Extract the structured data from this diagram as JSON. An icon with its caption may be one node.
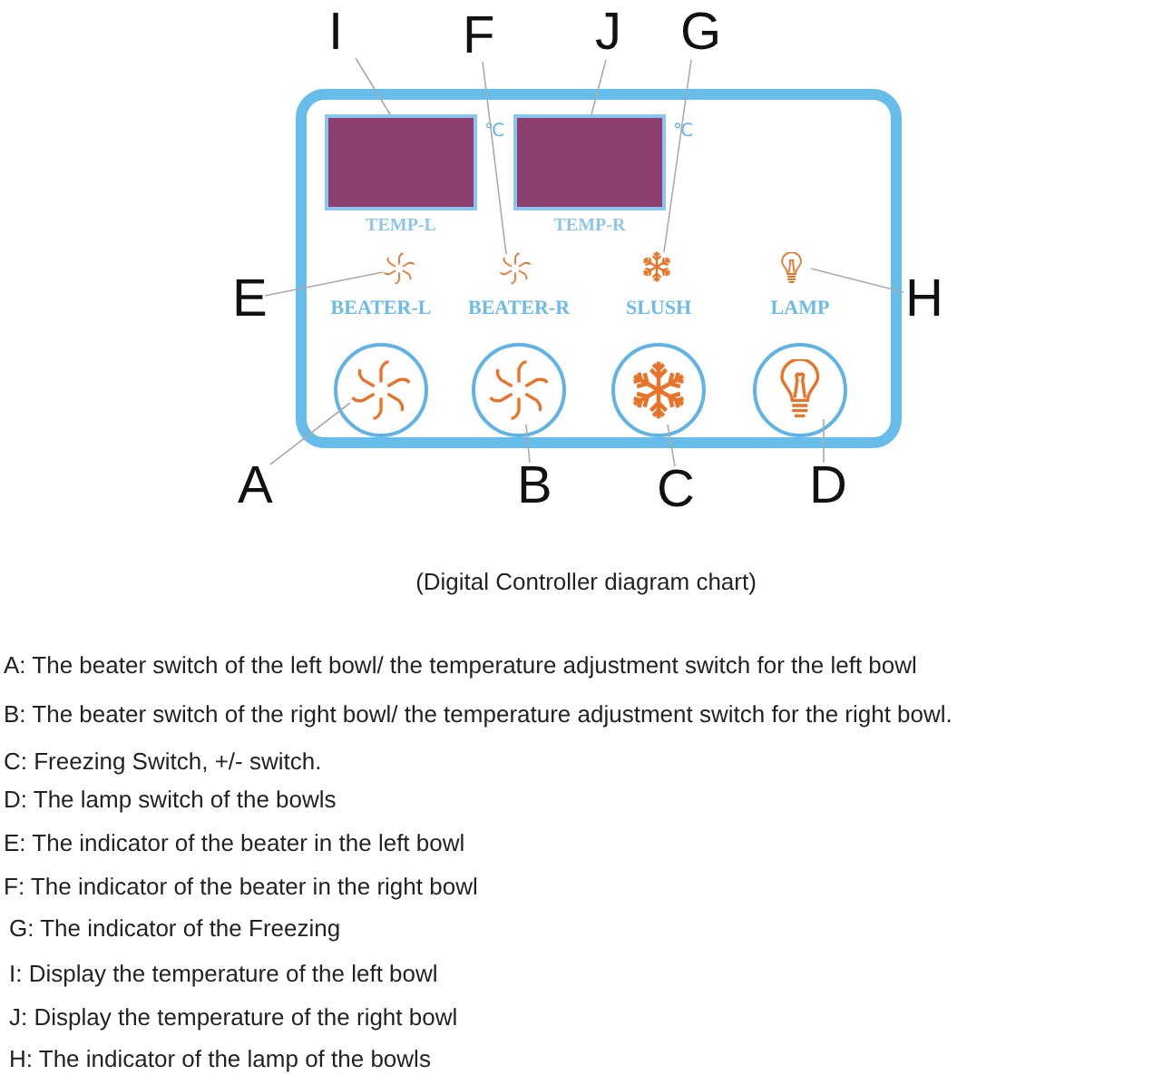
{
  "diagram": {
    "caption": "(Digital Controller diagram chart)",
    "nodes": [
      {
        "text": [],
        "shape": "box"
      },
      {
        "text": [
          "TEMP-L"
        ],
        "beside": [
          "℃"
        ],
        "in": 0
      },
      {
        "text": [
          "TEMP-R"
        ],
        "beside": [
          "℃"
        ],
        "in": 0
      },
      {
        "text": [],
        "shape": "picture",
        "in": 0
      },
      {
        "text": [],
        "shape": "picture",
        "in": 0
      },
      {
        "text": [],
        "shape": "picture",
        "in": 0
      },
      {
        "text": [],
        "shape": "picture",
        "in": 0
      },
      {
        "text": [
          "BEATER-L"
        ],
        "in": 0
      },
      {
        "text": [
          "BEATER-R"
        ],
        "in": 0
      },
      {
        "text": [
          "SLUSH"
        ],
        "in": 0
      },
      {
        "text": [
          "LAMP"
        ],
        "in": 0
      },
      {
        "text": [
          "I"
        ]
      },
      {
        "text": [
          "F"
        ]
      },
      {
        "text": [
          "J"
        ]
      },
      {
        "text": [
          "G"
        ]
      },
      {
        "text": [
          "E"
        ]
      },
      {
        "text": [
          "H"
        ]
      },
      {
        "text": [
          "A"
        ]
      },
      {
        "text": [
          "B"
        ]
      },
      {
        "text": [
          "C"
        ]
      },
      {
        "text": [
          "D"
        ]
      }
    ],
    "edges": [
      {
        "from": 11,
        "to": 1,
        "arrow": "none"
      },
      {
        "from": 12,
        "to": 4,
        "arrow": "none"
      },
      {
        "from": 13,
        "to": 2,
        "arrow": "none"
      },
      {
        "from": 14,
        "to": 5,
        "arrow": "none"
      },
      {
        "from": 15,
        "to": 3,
        "arrow": "none"
      },
      {
        "from": 16,
        "to": 6,
        "arrow": "none"
      },
      {
        "from": 17,
        "to": 7,
        "arrow": "none"
      },
      {
        "from": 18,
        "to": 8,
        "arrow": "none"
      },
      {
        "from": 19,
        "to": 9,
        "arrow": "none"
      },
      {
        "from": 20,
        "to": 10,
        "arrow": "none"
      }
    ],
    "labels": [
      "A: The beater switch of the left bowl/ the temperature adjustment switch for the left bowl",
      "B: The beater switch of the right bowl/ the temperature adjustment switch for the right bowl.",
      "C: Freezing Switch, +/- switch.",
      "D: The lamp switch of the bowls",
      "E: The indicator of the beater in the left bowl",
      "F: The indicator of the beater in the right bowl",
      "G: The indicator of the Freezing",
      "I: Display the temperature of the left bowl",
      "J: Display the temperature of the right bowl",
      "H: The indicator of the lamp of the bowls"
    ]
  }
}
